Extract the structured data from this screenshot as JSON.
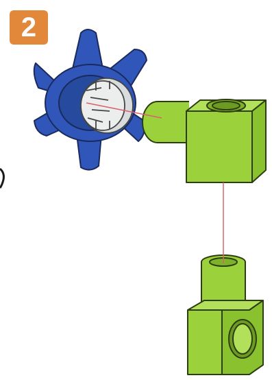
{
  "step": {
    "number": "2",
    "badge_color": "#e2883a"
  },
  "parts": [
    {
      "name": "blue-star-wheel",
      "color": "#2f56b8"
    },
    {
      "name": "white-hub",
      "color": "#eceeee"
    },
    {
      "name": "green-connector-block",
      "color": "#9bd13a"
    }
  ],
  "guide_line_color": "#d9646c"
}
